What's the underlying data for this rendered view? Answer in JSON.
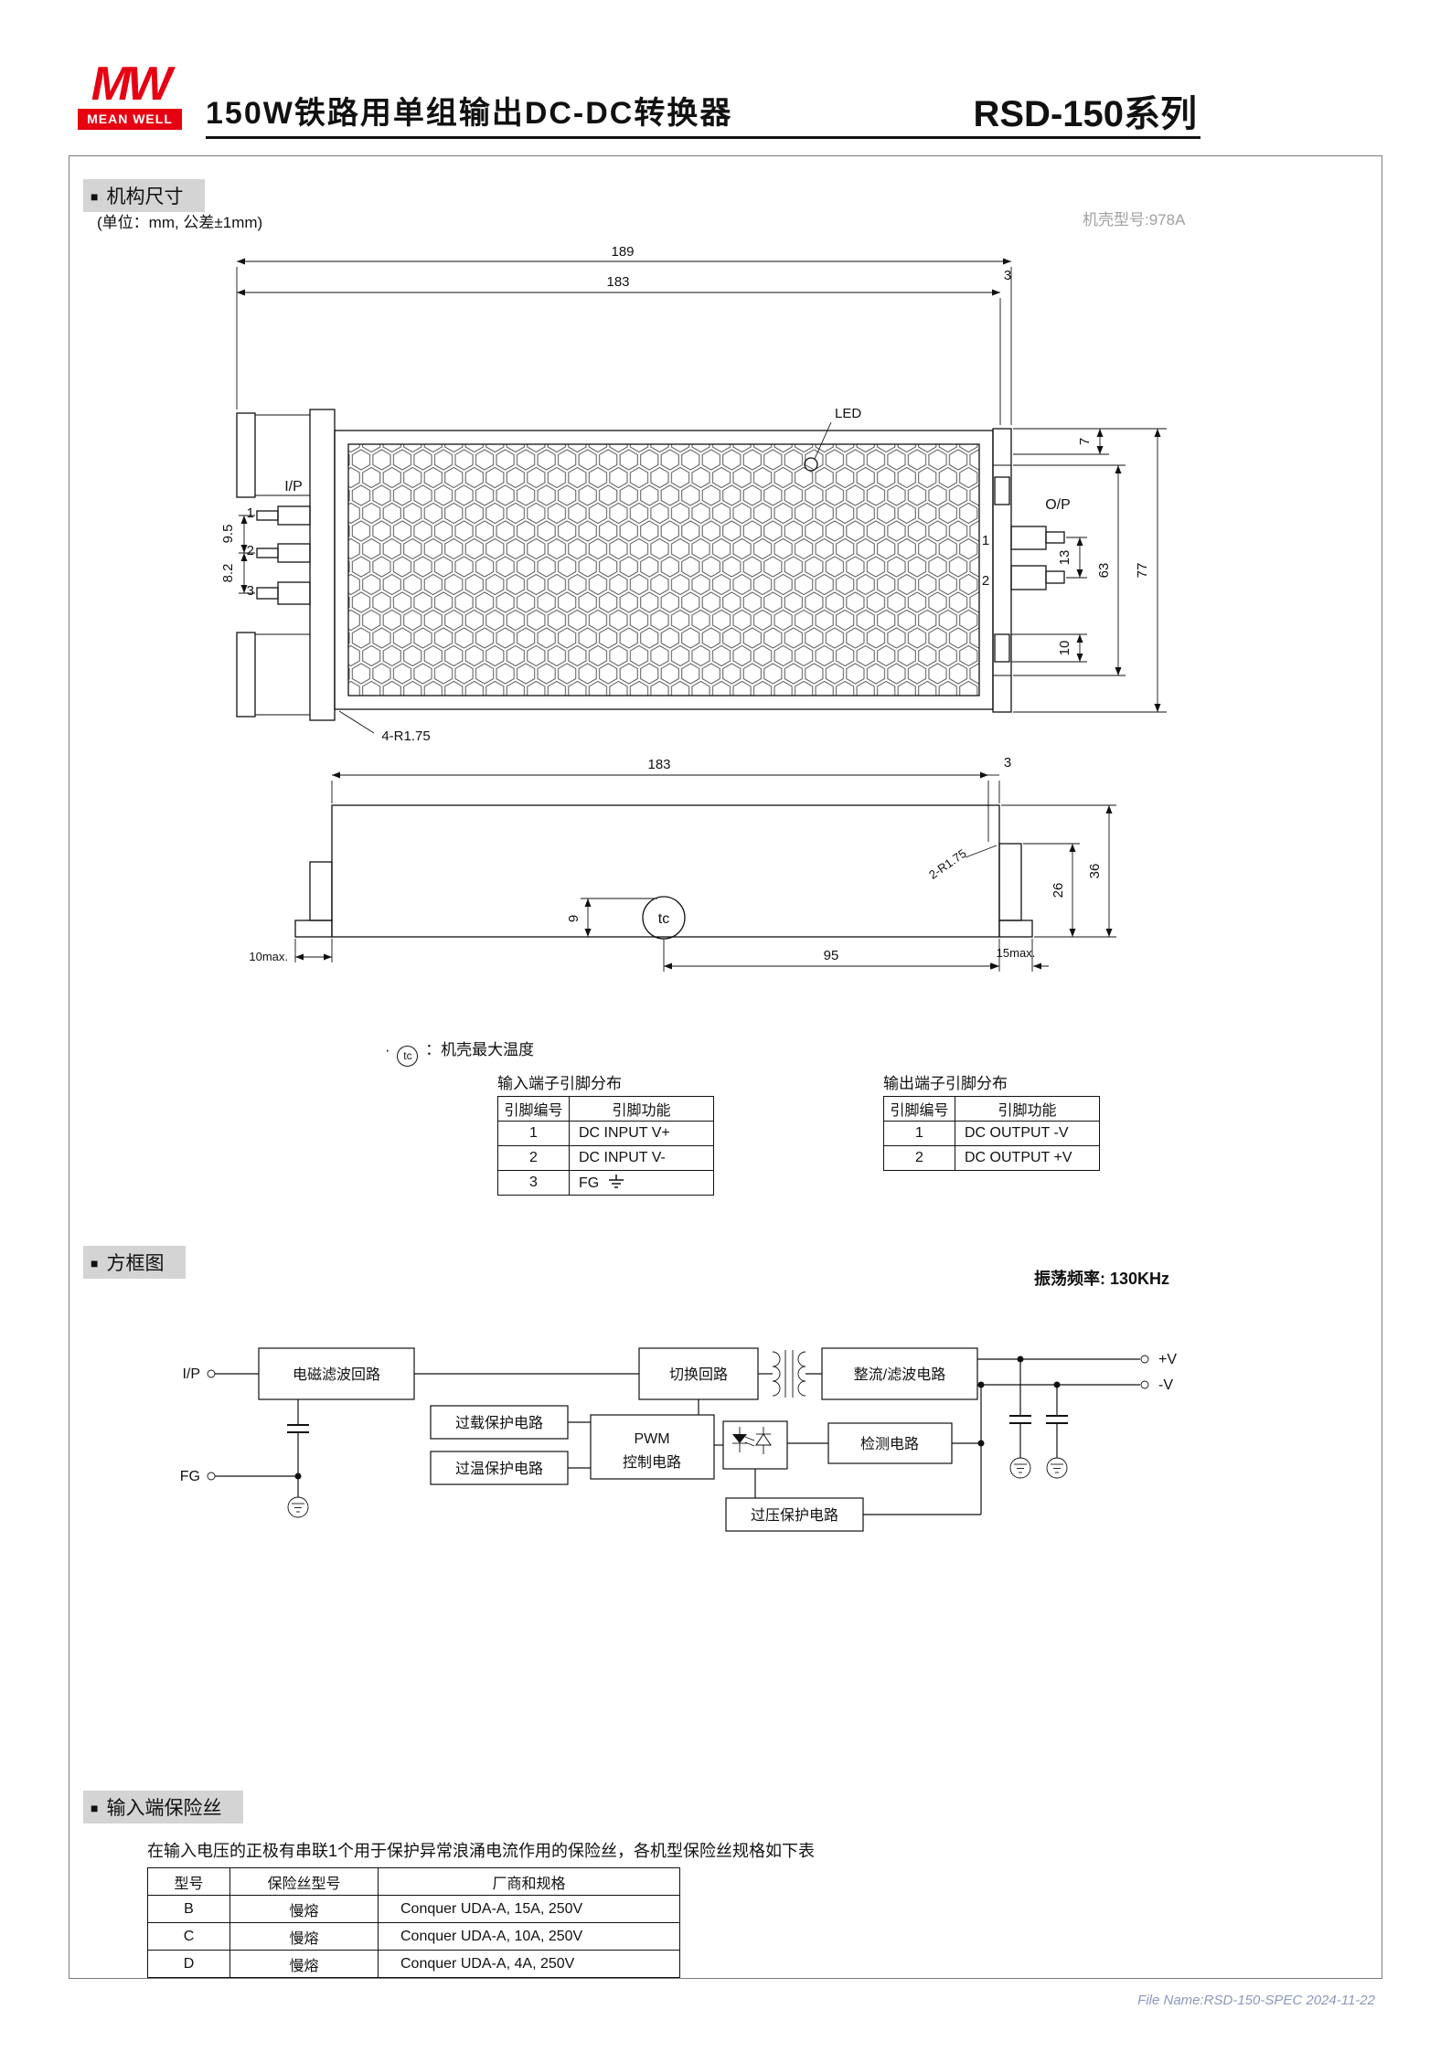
{
  "ui": {
    "bullet": "■"
  },
  "page": {
    "logo_mw": "MW",
    "logo_brand": "MEAN WELL",
    "title": "150W铁路用单组输出DC-DC转换器",
    "series": "RSD-150系列",
    "footer": "File Name:RSD-150-SPEC  2024-11-22"
  },
  "mech": {
    "section_title": "机构尺寸",
    "unit_note": "(单位：mm, 公差±1mm)",
    "case_type": "机壳型号:978A",
    "top_view": {
      "dim_width_outer": "189",
      "dim_width_inner": "183",
      "dim_side_gap": "3",
      "led_label": "LED",
      "input_label": "I/P",
      "output_label": "O/P",
      "input_pin_numbers": [
        "1",
        "2",
        "3"
      ],
      "output_pin_numbers": [
        "1",
        "2"
      ],
      "dim_pin_pitch_top": "9.5",
      "dim_pin_pitch_bottom": "8.2",
      "dim_tab": "7",
      "dim_output_pitch": "13",
      "dim_slot_span": "63",
      "dim_height": "77",
      "dim_slot": "10",
      "corner_radius": "4-R1.75"
    },
    "side_view": {
      "dim_length": "183",
      "dim_side_gap": "3",
      "corner_radius": "2-R1.75",
      "dim_bracket_height": "26",
      "dim_height": "36",
      "dim_tc": "9",
      "dim_tc_offset": "95",
      "dim_right_max": "15max.",
      "dim_left_max": "10max.",
      "tc_label": "tc"
    },
    "tc_note": {
      "bullet": "·",
      "tc": "tc",
      "text": "：机壳最大温度"
    },
    "input_pins": {
      "title": "输入端子引脚分布",
      "col_pin": "引脚编号",
      "col_fn": "引脚功能",
      "rows": [
        {
          "pin": "1",
          "fn": "DC INPUT V+"
        },
        {
          "pin": "2",
          "fn": "DC INPUT V-"
        },
        {
          "pin": "3",
          "fn": "FG"
        }
      ]
    },
    "output_pins": {
      "title": "输出端子引脚分布",
      "col_pin": "引脚编号",
      "col_fn": "引脚功能",
      "rows": [
        {
          "pin": "1",
          "fn": "DC OUTPUT -V"
        },
        {
          "pin": "2",
          "fn": "DC OUTPUT +V"
        }
      ]
    }
  },
  "block": {
    "section_title": "方框图",
    "freq": "振荡频率: 130KHz",
    "nodes": {
      "ip": "I/P",
      "fg": "FG",
      "emi_filter": "电磁滤波回路",
      "switching": "切换回路",
      "rectifier": "整流/滤波电路",
      "overload": "过载保护电路",
      "overtemp": "过温保护电路",
      "pwm_line1": "PWM",
      "pwm_line2": "控制电路",
      "detection": "检测电路",
      "overvoltage": "过压保护电路",
      "v_plus": "+V",
      "v_minus": "-V"
    }
  },
  "fuse": {
    "section_title": "输入端保险丝",
    "desc": "在输入电压的正极有串联1个用于保护异常浪涌电流作用的保险丝，各机型保险丝规格如下表",
    "headers": [
      "型号",
      "保险丝型号",
      "厂商和规格"
    ],
    "rows": [
      {
        "model": "B",
        "type": "慢熔",
        "spec": "Conquer UDA-A, 15A, 250V"
      },
      {
        "model": "C",
        "type": "慢熔",
        "spec": "Conquer UDA-A, 10A, 250V"
      },
      {
        "model": "D",
        "type": "慢熔",
        "spec": "Conquer UDA-A, 4A, 250V"
      }
    ]
  }
}
